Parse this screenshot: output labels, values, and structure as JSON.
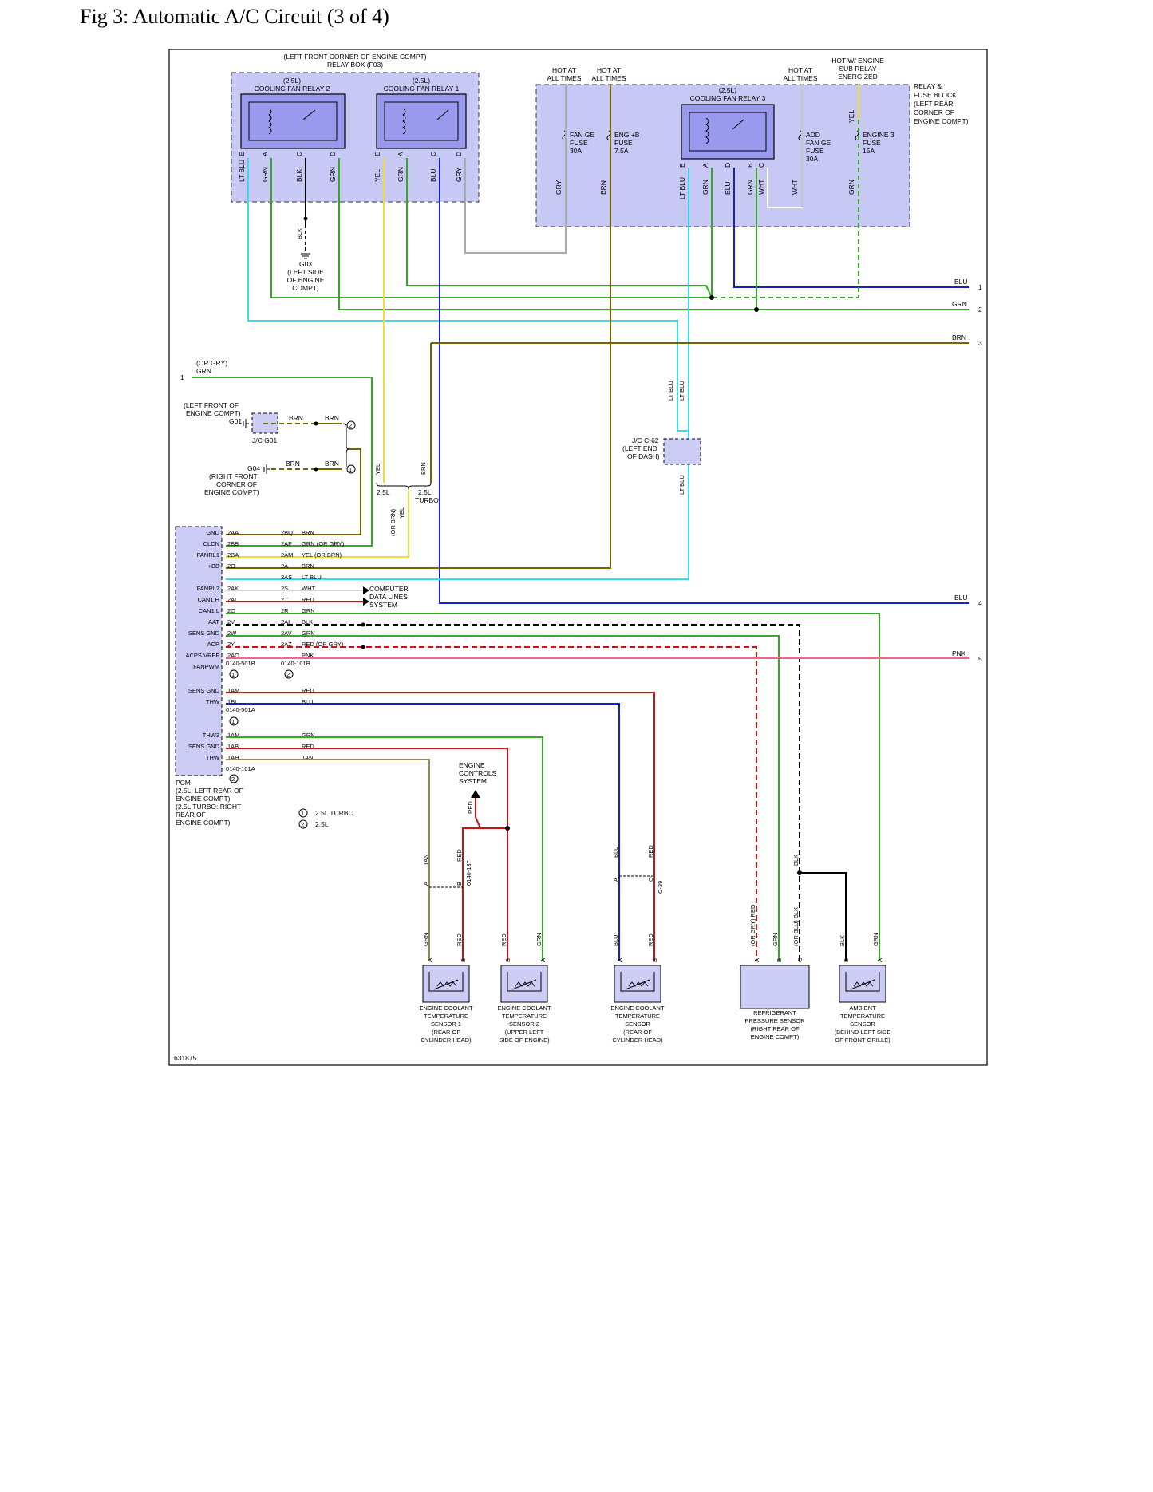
{
  "title": "Fig 3: Automatic A/C Circuit (3 of 4)",
  "figure_id": "631875",
  "relay_box": {
    "heading_1": "(LEFT FRONT CORNER OF ENGINE COMPT)",
    "heading_2": "RELAY BOX (F03)",
    "relay2": {
      "line1": "(2.5L)",
      "line2": "COOLING FAN RELAY 2",
      "pins": [
        "E",
        "A",
        "C",
        "D"
      ],
      "wires": [
        "LT BLU",
        "GRN",
        "BLK",
        "GRN"
      ]
    },
    "relay1": {
      "line1": "(2.5L)",
      "line2": "COOLING FAN RELAY 1",
      "pins": [
        "E",
        "A",
        "C",
        "D"
      ],
      "wires": [
        "YEL",
        "GRN",
        "BLU",
        "GRY"
      ]
    }
  },
  "relay_fuse_block": {
    "label": [
      "RELAY &",
      "FUSE BLOCK",
      "(LEFT REAR",
      "CORNER OF",
      "ENGINE COMPT)"
    ],
    "hot1": [
      "HOT AT",
      "ALL TIMES"
    ],
    "hot2": [
      "HOT AT",
      "ALL TIMES"
    ],
    "hot3": [
      "HOT AT",
      "ALL TIMES"
    ],
    "hot4": [
      "HOT W/ ENGINE",
      "SUB RELAY",
      "ENERGIZED"
    ],
    "relay3": {
      "line1": "(2.5L)",
      "line2": "COOLING FAN RELAY 3",
      "pins": [
        "E",
        "A",
        "D",
        "B",
        "C"
      ],
      "wires": [
        "LT BLU",
        "GRN",
        "BLU",
        "GRN",
        "WHT"
      ]
    },
    "fuse1": [
      "FAN GE",
      "FUSE",
      "30A"
    ],
    "fuse2": [
      "ENG +B",
      "FUSE",
      "7.5A"
    ],
    "fuse3": [
      "ADD",
      "FAN GE",
      "FUSE",
      "30A"
    ],
    "fuse4": [
      "ENGINE 3",
      "FUSE",
      "15A"
    ],
    "wires": [
      "GRY",
      "BRN",
      "WHT",
      "GRN",
      "YEL"
    ]
  },
  "ground_g03": {
    "wire": "BLK",
    "lines": [
      "G03",
      "(LEFT SIDE",
      "OF ENGINE",
      "COMPT)"
    ]
  },
  "ground_g01": {
    "lines": [
      "(LEFT FRONT OF",
      "ENGINE COMPT)",
      "G01"
    ],
    "jc": "J/C G01",
    "wire": "BRN",
    "marker": "2"
  },
  "ground_g04": {
    "lines": [
      "G04",
      "(RIGHT FRONT",
      "CORNER OF",
      "ENGINE COMPT)"
    ],
    "wire": "BRN",
    "marker": "1"
  },
  "jc_c62": {
    "lines": [
      "J/C C-62",
      "(LEFT END",
      "OF DASH)"
    ],
    "wire": "LT BLU"
  },
  "splits": {
    "left": "2.5L",
    "right_1": "2.5L",
    "right_2": "TURBO",
    "yel": "YEL",
    "brn": "BRN",
    "or_brn": "(OR BRN)",
    "yel2": "YEL"
  },
  "offpage": {
    "left_1": {
      "num": "1",
      "color": "(OR GRY)",
      "wire": "GRN"
    },
    "right": [
      {
        "num": "1",
        "wire": "BLU"
      },
      {
        "num": "2",
        "wire": "GRN"
      },
      {
        "num": "3",
        "wire": "BRN"
      },
      {
        "num": "4",
        "wire": "BLU"
      },
      {
        "num": "5",
        "wire": "PNK"
      }
    ]
  },
  "pcm": {
    "title_lines": [
      "PCM",
      "(2.5L: LEFT REAR OF",
      "ENGINE COMPT)",
      "(2.5L TURBO: RIGHT",
      "REAR OF",
      "ENGINE COMPT)"
    ],
    "rows": [
      {
        "name": "GND",
        "pin": "2AA",
        "pin2": "2BQ",
        "wire": "BRN"
      },
      {
        "name": "CLCN",
        "pin": "2BB",
        "pin2": "2AF",
        "wire": "GRN (OR GRY)"
      },
      {
        "name": "FANRL1",
        "pin": "2BA",
        "pin2": "2AM",
        "wire": "YEL  (OR BRN)"
      },
      {
        "name": "+BB",
        "pin": "2O",
        "pin2": "2A",
        "wire": "BRN"
      },
      {
        "name": "",
        "pin": "",
        "pin2": "2AS",
        "wire": "LT BLU"
      },
      {
        "name": "FANRL2",
        "pin": "2AK",
        "pin2": "2S",
        "wire": "WHT"
      },
      {
        "name": "CAN1 H",
        "pin": "2AL",
        "pin2": "2T",
        "wire": "RED"
      },
      {
        "name": "CAN1 L",
        "pin": "2Q",
        "pin2": "2R",
        "wire": "GRN"
      },
      {
        "name": "AAT",
        "pin": "2V",
        "pin2": "2AI",
        "wire": "BLK"
      },
      {
        "name": "SENS GND",
        "pin": "2W",
        "pin2": "2AV",
        "wire": "GRN"
      },
      {
        "name": "ACP",
        "pin": "2Y",
        "pin2": "2AZ",
        "wire": "RED  (OR GRY)"
      },
      {
        "name": "ACPS VREF",
        "pin": "2AQ",
        "pin2": "",
        "wire": "PNK"
      },
      {
        "name": "FANPWM",
        "pin": "",
        "pin2": "",
        "wire": ""
      }
    ],
    "conn_a": "0140-501B",
    "conn_b": "0140-101B",
    "conn_a_mark": "1",
    "conn_b_mark": "2",
    "rows2": [
      {
        "name": "SENS GND",
        "pin": "1AM",
        "wire": "RED"
      },
      {
        "name": "THW",
        "pin": "1BI",
        "wire": "BLU"
      }
    ],
    "conn_c": "0140-501A",
    "conn_c_mark": "1",
    "rows3": [
      {
        "name": "THW3",
        "pin": "1AM",
        "wire": "GRN"
      },
      {
        "name": "SENS GND",
        "pin": "1AB",
        "wire": "RED"
      },
      {
        "name": "THW",
        "pin": "1AH",
        "wire": "TAN"
      }
    ],
    "conn_d": "0140-101A",
    "conn_d_mark": "2",
    "legend": [
      {
        "mark": "1",
        "text": "2.5L TURBO"
      },
      {
        "mark": "2",
        "text": "2.5L"
      }
    ]
  },
  "computer_data": [
    "COMPUTER",
    "DATA LINES",
    "SYSTEM"
  ],
  "engine_controls": [
    "ENGINE",
    "CONTROLS",
    "SYSTEM"
  ],
  "connectors": {
    "c137": "0140-137",
    "c39": "C-39"
  },
  "sensors": [
    {
      "lines": [
        "ENGINE COOLANT",
        "TEMPERATURE",
        "SENSOR 1",
        "(REAR OF",
        "CYLINDER HEAD)"
      ],
      "pins": [
        "A",
        "B"
      ],
      "wires": [
        "GRN",
        "RED"
      ]
    },
    {
      "lines": [
        "ENGINE COOLANT",
        "TEMPERATURE",
        "SENSOR 2",
        "(UPPER LEFT",
        "SIDE OF ENGINE)"
      ],
      "pins": [
        "B",
        "A"
      ],
      "wires": [
        "RED",
        "GRN"
      ]
    },
    {
      "lines": [
        "ENGINE COOLANT",
        "TEMPERATURE",
        "SENSOR",
        "(REAR OF",
        "CYLINDER HEAD)"
      ],
      "pins": [
        "A",
        "B"
      ],
      "wires": [
        "BLU",
        "RED"
      ]
    },
    {
      "lines": [
        "REFRIGERANT",
        "PRESSURE SENSOR",
        "(RIGHT REAR OF",
        "ENGINE COMPT)"
      ],
      "pins": [
        "A",
        "B",
        "C"
      ],
      "wires": [
        "(OR GRY) RED",
        "GRN",
        "(OR BLU) BLK"
      ]
    },
    {
      "lines": [
        "AMBIENT",
        "TEMPERATURE",
        "SENSOR",
        "(BEHIND LEFT SIDE",
        "OF FRONT GRILLE)"
      ],
      "pins": [
        "B",
        "A"
      ],
      "wires": [
        "BLK",
        "GRN"
      ]
    }
  ],
  "upper_wires": {
    "tan": "TAN",
    "red1": "RED",
    "red2": "RED",
    "blu": "BLU",
    "red3": "RED",
    "blk": "BLK",
    "pinA": "A",
    "pinB": "B",
    "pinA2": "A",
    "pinO": "O"
  },
  "colors": {
    "ltblu": "#33ddee",
    "grn": "#33aa22",
    "blk": "#000000",
    "yel": "#eedd33",
    "blu": "#1122cc",
    "gry": "#aaaaaa",
    "brn": "#776600",
    "red": "#cc1111",
    "pnk": "#ee6688",
    "tan": "#998855",
    "box": "#c8c8f5"
  }
}
